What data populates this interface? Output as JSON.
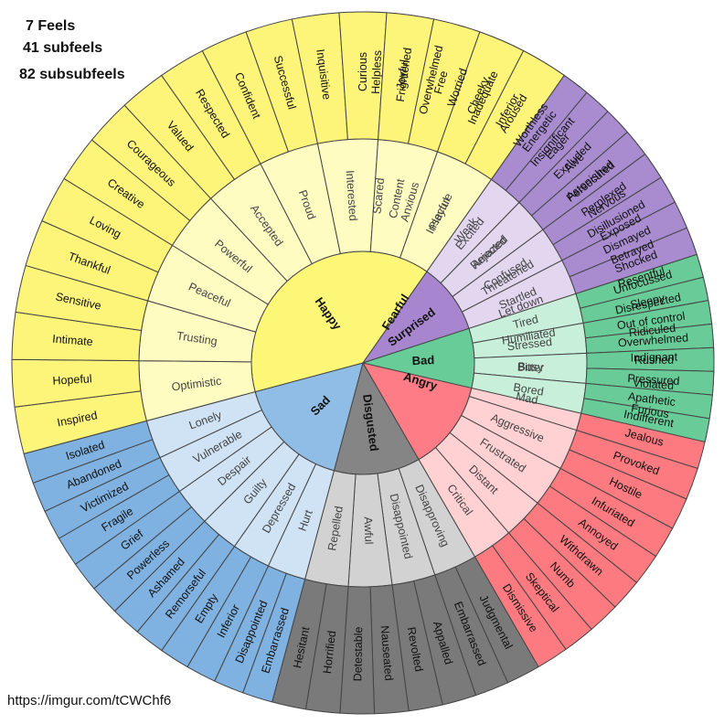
{
  "header": {
    "lines": [
      "7 Feels",
      "41 subfeels",
      "82 subsubfeels"
    ],
    "source": "https://imgur.com/tCWChf6"
  },
  "wheel": {
    "stroke_color": "#444444",
    "start_angle": -90,
    "categories": [
      {
        "label": "Fearful",
        "span": 65,
        "color": "#fddd8a",
        "light": "#fff3c9",
        "outer": "#ffd27a",
        "subs": [
          {
            "label": "Scared",
            "outer": [
              "Helpless",
              "Frightened"
            ]
          },
          {
            "label": "Anxious",
            "outer": [
              "Overwhelmed",
              "Worried"
            ]
          },
          {
            "label": "Insecure",
            "outer": [
              "Inadequate",
              "Inferior"
            ]
          },
          {
            "label": "Weak",
            "outer": [
              "Worthless",
              "Insignificant"
            ]
          },
          {
            "label": "Rejected",
            "outer": [
              "Excluded",
              "Persecuted"
            ]
          },
          {
            "label": "Threatened",
            "outer": [
              "Nervous",
              "Exposed"
            ]
          }
        ]
      },
      {
        "label": "Angry",
        "span": 85,
        "color": "#fd7c86",
        "light": "#ffd1d3",
        "outer": "#fd7a80",
        "subs": [
          {
            "label": "Let down",
            "outer": [
              "Betrayed",
              "Resentful"
            ]
          },
          {
            "label": "Humiliated",
            "outer": [
              "Disrespected",
              "Ridiculed"
            ]
          },
          {
            "label": "Bitter",
            "outer": [
              "Indignant",
              "Violated"
            ]
          },
          {
            "label": "Mad",
            "outer": [
              "Furious",
              "Jealous"
            ]
          },
          {
            "label": "Aggressive",
            "outer": [
              "Provoked",
              "Hostile"
            ]
          },
          {
            "label": "Frustrated",
            "outer": [
              "Infuriated",
              "Annoyed"
            ]
          },
          {
            "label": "Distant",
            "outer": [
              "Withdrawn",
              "Numb"
            ]
          },
          {
            "label": "Critical",
            "outer": [
              "Skeptical",
              "Dismissive"
            ]
          }
        ]
      },
      {
        "label": "Disgusted",
        "span": 45,
        "color": "#858585",
        "light": "#d2d2d2",
        "outer": "#7a7a7a",
        "subs": [
          {
            "label": "Disapproving",
            "outer": [
              "Judgmental",
              "Embarrassed"
            ]
          },
          {
            "label": "Disappointed",
            "outer": [
              "Appalled",
              "Revolted"
            ]
          },
          {
            "label": "Awful",
            "outer": [
              "Nauseated",
              "Detestable"
            ]
          },
          {
            "label": "Repelled",
            "outer": [
              "Horrified",
              "Hesitant"
            ]
          }
        ]
      },
      {
        "label": "Sad",
        "span": 60,
        "color": "#8fbde6",
        "light": "#cfe3f5",
        "outer": "#7fb1e1",
        "subs": [
          {
            "label": "Hurt",
            "outer": [
              "Embarrassed",
              "Disappointed"
            ]
          },
          {
            "label": "Depressed",
            "outer": [
              "Inferior",
              "Empty"
            ]
          },
          {
            "label": "Guilty",
            "outer": [
              "Remorseful",
              "Ashamed"
            ]
          },
          {
            "label": "Despair",
            "outer": [
              "Powerless",
              "Grief"
            ]
          },
          {
            "label": "Vulnerable",
            "outer": [
              "Fragile",
              "Victimized"
            ]
          },
          {
            "label": "Lonely",
            "outer": [
              "Abandoned",
              "Isolated"
            ]
          }
        ]
      },
      {
        "label": "Happy",
        "span": 140,
        "color": "#fdf777",
        "light": "#fffcc2",
        "outer": "#fdf47a",
        "subs": [
          {
            "label": "Optimistic",
            "outer": [
              "Inspired",
              "Hopeful"
            ]
          },
          {
            "label": "Trusting",
            "outer": [
              "Intimate",
              "Sensitive"
            ]
          },
          {
            "label": "Peaceful",
            "outer": [
              "Thankful",
              "Loving"
            ]
          },
          {
            "label": "Powerful",
            "outer": [
              "Creative",
              "Courageous"
            ]
          },
          {
            "label": "Accepted",
            "outer": [
              "Valued",
              "Respected"
            ]
          },
          {
            "label": "Proud",
            "outer": [
              "Confident",
              "Successful"
            ]
          },
          {
            "label": "Interested",
            "outer": [
              "Inquisitive",
              "Curious"
            ]
          },
          {
            "label": "Content",
            "outer": [
              "Joyful",
              "Free"
            ]
          },
          {
            "label": "Playful",
            "outer": [
              "Cheeky",
              "Aroused"
            ]
          }
        ]
      },
      {
        "label": "Surprised",
        "span": 37,
        "color": "#a886cf",
        "light": "#e3d7f0",
        "outer": "#a98bd0",
        "subs": [
          {
            "label": "Excited",
            "outer": [
              "Energetic",
              "Eager"
            ]
          },
          {
            "label": "Amazed",
            "outer": [
              "Awe",
              "Astonished"
            ]
          },
          {
            "label": "Confused",
            "outer": [
              "Perplexed",
              "Disillusioned"
            ]
          },
          {
            "label": "Startled",
            "outer": [
              "Dismayed",
              "Shocked"
            ]
          }
        ]
      },
      {
        "label": "Bad",
        "span": 31,
        "color": "#68cc98",
        "light": "#c8efd9",
        "outer": "#69cb97",
        "subs": [
          {
            "label": "Tired",
            "outer": [
              "Unfocussed",
              "Sleepy"
            ]
          },
          {
            "label": "Stressed",
            "outer": [
              "Out of control",
              "Overwhelmed"
            ]
          },
          {
            "label": "Busy",
            "outer": [
              "Rushed",
              "Pressured"
            ]
          },
          {
            "label": "Bored",
            "outer": [
              "Apathetic",
              "Indifferent"
            ]
          }
        ]
      }
    ]
  }
}
